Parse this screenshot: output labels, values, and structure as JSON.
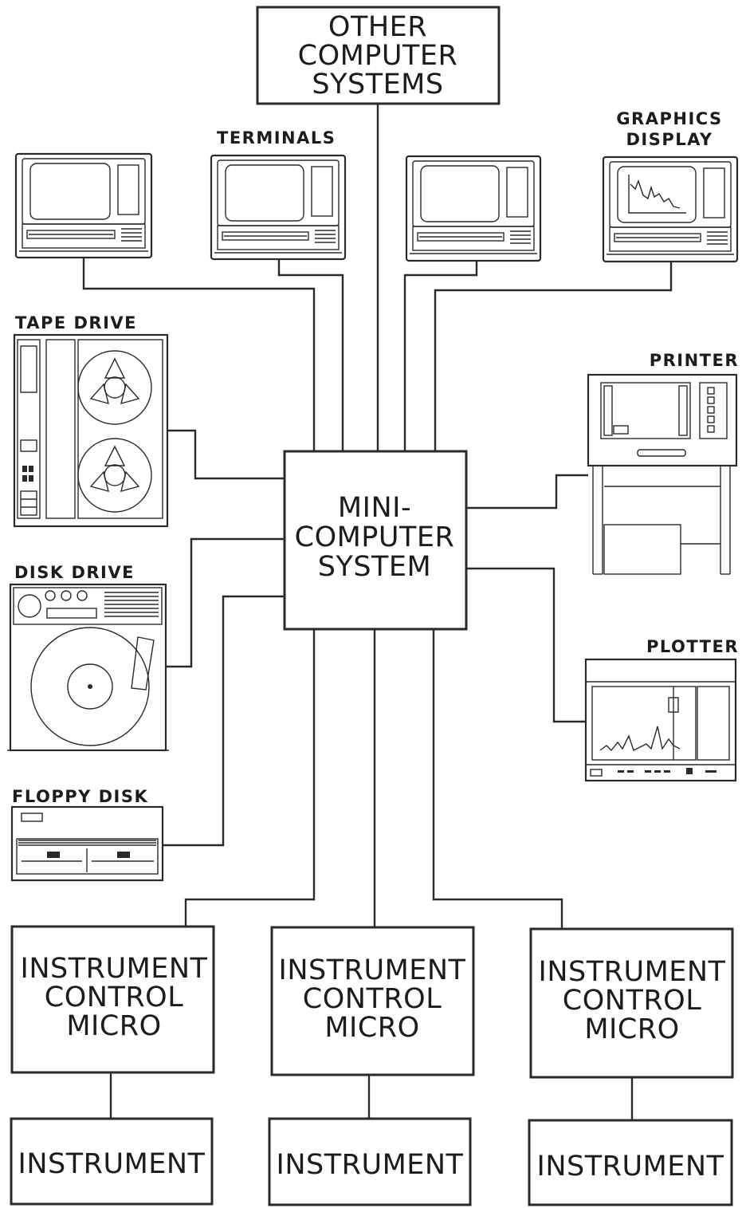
{
  "nodes": {
    "center": [
      "MINI-",
      "COMPUTER",
      "SYSTEM"
    ],
    "other_systems": [
      "OTHER",
      "COMPUTER",
      "SYSTEMS"
    ],
    "micro": [
      "INSTRUMENT",
      "CONTROL",
      "MICRO"
    ],
    "instrument": "INSTRUMENT"
  },
  "labels": {
    "terminals": "TERMINALS",
    "graphics": [
      "GRAPHICS",
      "DISPLAY"
    ],
    "tape_drive": "TAPE DRIVE",
    "disk_drive": "DISK DRIVE",
    "floppy_disk": "FLOPPY DISK",
    "printer": "PRINTER",
    "plotter": "PLOTTER"
  }
}
